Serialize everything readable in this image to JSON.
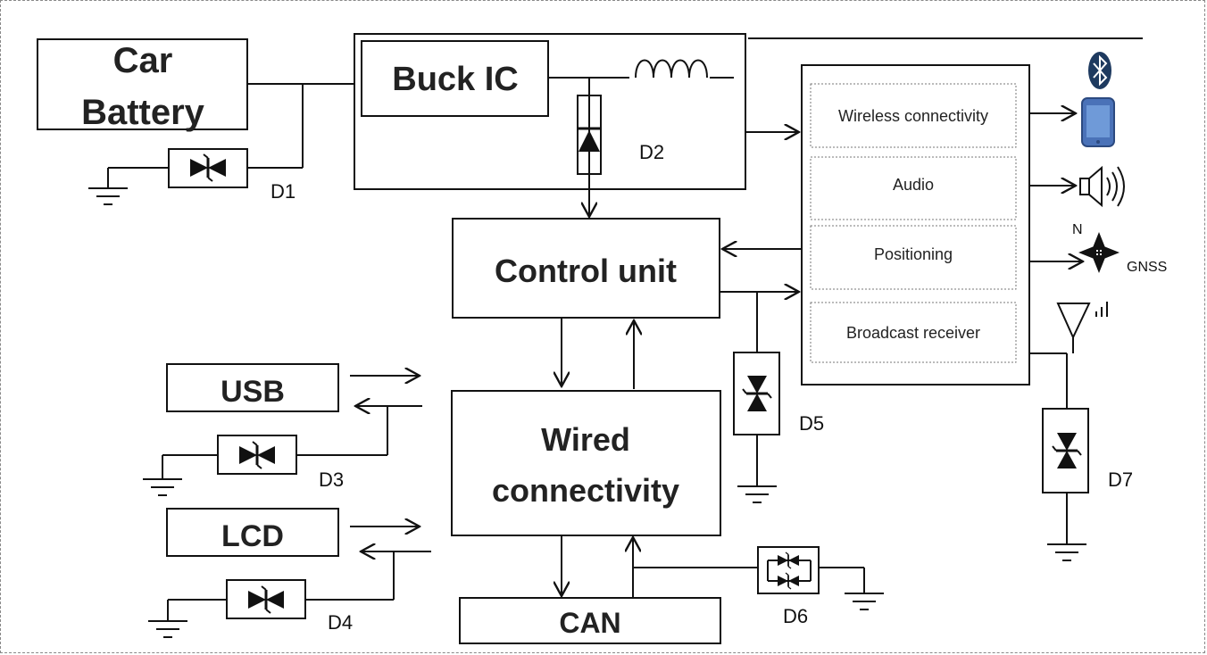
{
  "blocks": {
    "car_battery_line1": "Car",
    "car_battery_line2": "Battery",
    "buck_ic": "Buck IC",
    "control_unit": "Control unit",
    "usb": "USB",
    "lcd": "LCD",
    "wired_line1": "Wired",
    "wired_line2": "connectivity",
    "can": "CAN"
  },
  "radio_modules": [
    "Wireless connectivity",
    "Audio",
    "Positioning",
    "Broadcast receiver"
  ],
  "diodes": [
    "D1",
    "D2",
    "D3",
    "D4",
    "D5",
    "D6",
    "D7"
  ],
  "gnss": {
    "north": "N",
    "label": "GNSS"
  },
  "icons": [
    "bluetooth-icon",
    "smartphone-icon",
    "speaker-icon",
    "gnss-compass-icon",
    "antenna-icon",
    "inductor-icon",
    "tvs-diode-icon",
    "ground-icon"
  ]
}
